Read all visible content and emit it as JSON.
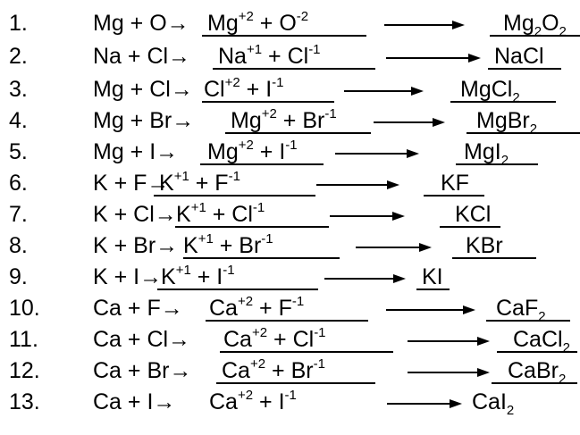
{
  "rows": [
    {
      "num": "1.",
      "lhs": "Mg + O→",
      "c": "Mg",
      "cq": "+2",
      "a": "O",
      "aq": "-2",
      "p": "Mg",
      "ps": "2",
      "p2": "O",
      "p2s": "2"
    },
    {
      "num": "2.",
      "lhs": "Na + Cl→",
      "c": "Na",
      "cq": "+1",
      "a": "Cl",
      "aq": "-1",
      "p": "NaCl",
      "ps": "",
      "p2": "",
      "p2s": ""
    },
    {
      "num": "3.",
      "lhs": "Mg + Cl→",
      "c": "Cl",
      "cq": "+2",
      "a": "I",
      "aq": "-1",
      "p": "MgCl",
      "ps": "2",
      "p2": "",
      "p2s": ""
    },
    {
      "num": "4.",
      "lhs": "Mg + Br→",
      "c": "Mg",
      "cq": "+2",
      "a": "Br",
      "aq": "-1",
      "p": "MgBr",
      "ps": "2",
      "p2": "",
      "p2s": ""
    },
    {
      "num": "5.",
      "lhs": "Mg + I→",
      "c": "Mg",
      "cq": "+2",
      "a": "I",
      "aq": "-1",
      "p": "MgI",
      "ps": "2",
      "p2": "",
      "p2s": ""
    },
    {
      "num": "6.",
      "lhs": "K + F→",
      "c": "K",
      "cq": "+1",
      "a": "F",
      "aq": "-1",
      "p": "KF",
      "ps": "",
      "p2": "",
      "p2s": ""
    },
    {
      "num": "7.",
      "lhs": "K + Cl→",
      "c": "K",
      "cq": "+1",
      "a": "Cl",
      "aq": "-1",
      "p": "KCl",
      "ps": "",
      "p2": "",
      "p2s": ""
    },
    {
      "num": "8.",
      "lhs": "K + Br→",
      "c": "K",
      "cq": "+1",
      "a": "Br",
      "aq": "-1",
      "p": "KBr",
      "ps": "",
      "p2": "",
      "p2s": ""
    },
    {
      "num": "9.",
      "lhs": "K + I→",
      "c": "K",
      "cq": "+1",
      "a": "I",
      "aq": "-1",
      "p": "KI",
      "ps": "",
      "p2": "",
      "p2s": ""
    },
    {
      "num": "10.",
      "lhs": "Ca + F→",
      "c": "Ca",
      "cq": "+2",
      "a": "F",
      "aq": "-1",
      "p": "CaF",
      "ps": "2",
      "p2": "",
      "p2s": ""
    },
    {
      "num": "11.",
      "lhs": "Ca + Cl→",
      "c": "Ca",
      "cq": "+2",
      "a": "Cl",
      "aq": "-1",
      "p": "CaCl",
      "ps": "2",
      "p2": "",
      "p2s": ""
    },
    {
      "num": "12.",
      "lhs": "Ca + Br→",
      "c": "Ca",
      "cq": "+2",
      "a": "Br",
      "aq": "-1",
      "p": "CaBr",
      "ps": "2",
      "p2": "",
      "p2s": ""
    },
    {
      "num": "13.",
      "lhs": "Ca + I→",
      "c": "Ca",
      "cq": "+2",
      "a": "I",
      "aq": "-1",
      "p": "CaI",
      "ps": "2",
      "p2": "",
      "p2s": ""
    }
  ]
}
